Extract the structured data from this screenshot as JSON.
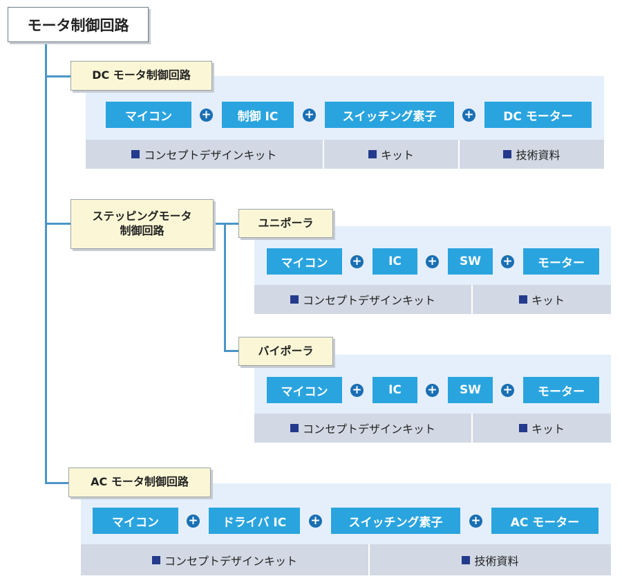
{
  "title": "モータ制御回路",
  "colors": {
    "component": "#2aa4df",
    "plus": "#1a6fb3",
    "panel": "#e4effb",
    "bar": "#d2d9e4",
    "label": "#fbf7d6",
    "connector": "#4a95c8",
    "bullet": "#243a8c"
  },
  "icons": {
    "plus": "plus-circle-icon",
    "bullet": "square-bullet-icon"
  },
  "dc": {
    "label": "DC モータ制御回路",
    "components": [
      "マイコン",
      "制御 IC",
      "スイッチング素子",
      "DC モーター"
    ],
    "links": [
      "コンセプトデザインキット",
      "キット",
      "技術資料"
    ]
  },
  "stepping": {
    "label_line1": "ステッピングモータ",
    "label_line2": "制御回路",
    "unipolar": {
      "label": "ユニポーラ",
      "components": [
        "マイコン",
        "IC",
        "SW",
        "モーター"
      ],
      "links": [
        "コンセプトデザインキット",
        "キット"
      ]
    },
    "bipolar": {
      "label": "バイポーラ",
      "components": [
        "マイコン",
        "IC",
        "SW",
        "モーター"
      ],
      "links": [
        "コンセプトデザインキット",
        "キット"
      ]
    }
  },
  "ac": {
    "label": "AC モータ制御回路",
    "components": [
      "マイコン",
      "ドライバ IC",
      "スイッチング素子",
      "AC モーター"
    ],
    "links": [
      "コンセプトデザインキット",
      "技術資料"
    ]
  }
}
